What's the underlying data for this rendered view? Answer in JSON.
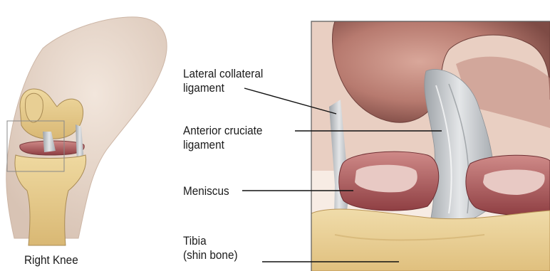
{
  "overview": {
    "caption": "Right Knee"
  },
  "labels": {
    "lateral_collateral": [
      "Lateral collateral",
      "ligament"
    ],
    "anterior_cruciate": [
      "Anterior cruciate",
      "ligament"
    ],
    "meniscus": [
      "Meniscus"
    ],
    "tibia": [
      "Tibia",
      "(shin bone)"
    ]
  },
  "colors": {
    "skin": "#e9d9cd",
    "femur_cartilage": "#b87a72",
    "ligament": "#c9ccd0",
    "meniscus": "#b0585c",
    "bone": "#e6cc8c",
    "leader_line": "#111111"
  }
}
